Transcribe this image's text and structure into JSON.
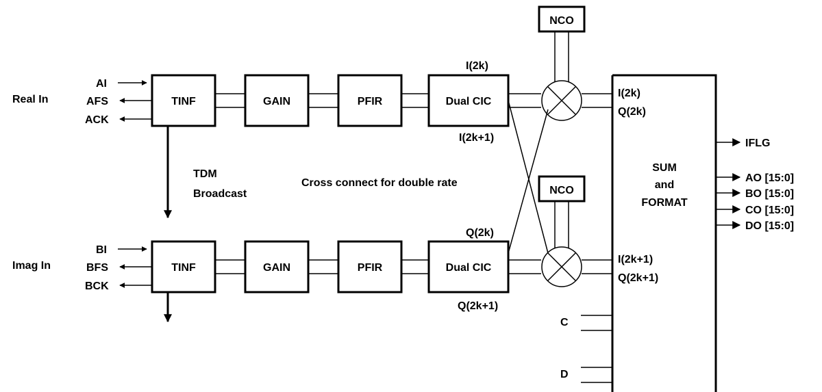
{
  "inputs": {
    "real": {
      "title": "Real In",
      "data": "AI",
      "fs": "AFS",
      "ck": "ACK"
    },
    "imag": {
      "title": "Imag In",
      "data": "BI",
      "fs": "BFS",
      "ck": "BCK"
    }
  },
  "blocks": {
    "tinf": "TINF",
    "gain": "GAIN",
    "pfir": "PFIR",
    "cic": "Dual CIC",
    "nco": "NCO",
    "sum": [
      "SUM",
      "and",
      "FORMAT"
    ]
  },
  "tdm": [
    "TDM",
    "Broadcast"
  ],
  "cross_label": "Cross connect for double rate",
  "cic_labels": {
    "top_i": "I(2k)",
    "top_i1": "I(2k+1)",
    "bot_q": "Q(2k)",
    "bot_q1": "Q(2k+1)"
  },
  "sum_inputs": {
    "i2k": "I(2k)",
    "q2k": "Q(2k)",
    "i2k1": "I(2k+1)",
    "q2k1": "Q(2k+1)",
    "c": "C",
    "d": "D"
  },
  "outputs": {
    "iflg": "IFLG",
    "ao": "AO [15:0]",
    "bo": "BO [15:0]",
    "co": "CO [15:0]",
    "do": "DO [15:0]"
  }
}
